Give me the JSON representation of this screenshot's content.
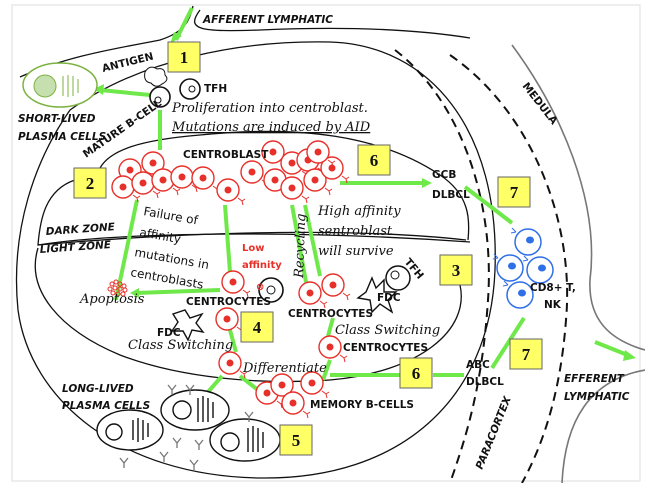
{
  "labels": {
    "afferent": "AFFERENT LYMPHATIC",
    "antigen": "ANTIGEN",
    "tfh_top": "TFH",
    "proliferation_1": "Proliferation into centroblast.",
    "proliferation_2": "Mutations are induced by AID",
    "short_lived_1": "SHORT-LIVED",
    "short_lived_2": "PLASMA CELLS",
    "mature_b": "MATURE B-CELL",
    "centroblast": "CENTROBLAST",
    "failure_1": "Failure of",
    "failure_2": "affinity",
    "failure_3": "mutations in",
    "failure_4": "centroblasts",
    "dark_zone": "DARK ZONE",
    "light_zone": "LIGHT ZONE",
    "low_1": "Low",
    "low_2": "affinity",
    "recycling": "Recycling",
    "high_1": "High affinity",
    "high_2": "sentroblast",
    "high_3": "will survive",
    "tfh_right": "TFH",
    "fdc_right": "FDC",
    "apoptosis": "Apoptosis",
    "centrocytes_1": "CENTROCYTES",
    "centrocytes_2": "CENTROCYTES",
    "class_switch_right": "Class Switching",
    "centrocytes_3": "CENTROCYTES",
    "fdc_left": "FDC",
    "class_switch_left": "Class Switching",
    "differentiate": "Differentiate",
    "memory": "MEMORY B-CELLS",
    "long_lived_1": "LONG-LIVED",
    "long_lived_2": "PLASMA CELLS",
    "gcb_1": "GCB",
    "gcb_2": "DLBCL",
    "abc_1": "ABC",
    "abc_2": "DLBCL",
    "cd8_1": "CD8+ T,",
    "cd8_2": "NK",
    "medula": "MEDULA",
    "paracortex": "PARACORTEX",
    "efferent_1": "EFFERENT",
    "efferent_2": "LYMPHATIC"
  },
  "boxes": [
    "1",
    "2",
    "6",
    "7",
    "3",
    "4",
    "6",
    "7",
    "5"
  ],
  "colors": {
    "arrow": "#6fe84a",
    "box": "#ffff66",
    "b_cell": "#e8302a",
    "cd8_cell": "#2f6fe8",
    "short_lived_cell": "#7cb342"
  }
}
